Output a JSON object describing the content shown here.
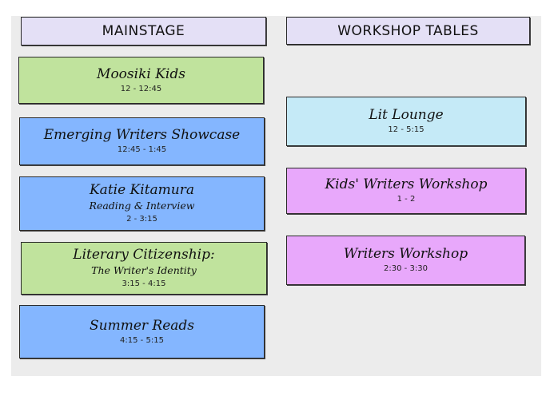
{
  "columns": [
    {
      "label": "MAINSTAGE"
    },
    {
      "label": "WORKSHOP TABLES"
    }
  ],
  "mainstage": [
    {
      "title": "Moosiki Kids",
      "time": "12 - 12:45"
    },
    {
      "title": "Emerging Writers Showcase",
      "time": "12:45 - 1:45"
    },
    {
      "title": "Katie Kitamura",
      "subtitle": "Reading & Interview",
      "time": "2 - 3:15"
    },
    {
      "title": "Literary Citizenship:",
      "subtitle": "The Writer's Identity",
      "time": "3:15 - 4:15"
    },
    {
      "title": "Summer Reads",
      "time": "4:15 - 5:15"
    }
  ],
  "workshop": [
    {
      "title": "Lit Lounge",
      "time": "12 - 5:15"
    },
    {
      "title": "Kids' Writers Workshop",
      "time": "1 - 2"
    },
    {
      "title": "Writers Workshop",
      "time": "2:30 - 3:30"
    }
  ],
  "colors": {
    "header": "#e4e0f6",
    "green": "#c0e39d",
    "blue": "#84b6ff",
    "cyan": "#c5eaf7",
    "pink": "#e8a8fb"
  }
}
